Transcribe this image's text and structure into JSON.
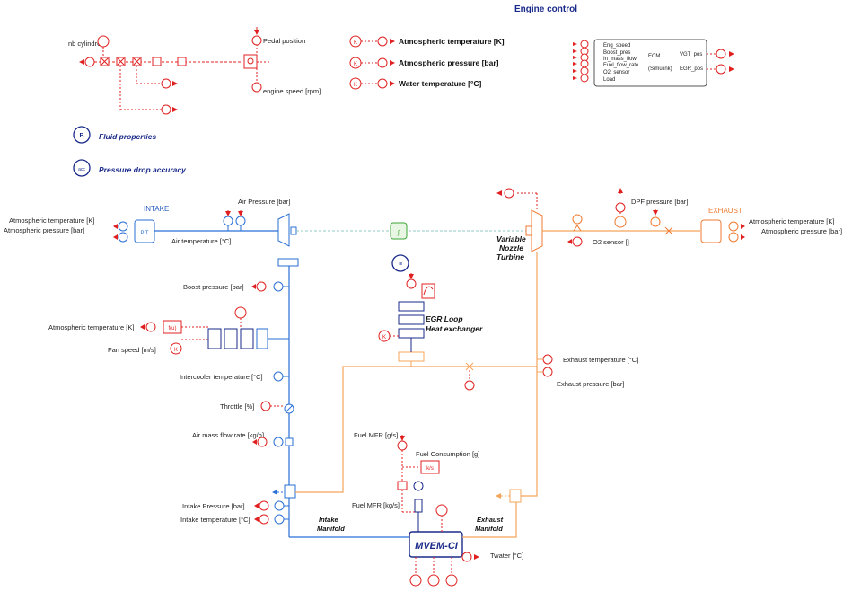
{
  "title": "Engine control",
  "top_labels": {
    "nb_cylindre": "nb cylindre",
    "pedal_position": "Pedal position",
    "engine_speed": "engine speed [rpm]",
    "atm_temp_k": "Atmospheric temperature [K]",
    "atm_pressure_bar": "Atmospheric pressure [bar]",
    "water_temp": "Water temperature [°C]"
  },
  "ecm": {
    "inputs": [
      "Eng_speed",
      "Boost_pres",
      "In_mass_flow",
      "Fuel_flow_rate",
      "O2_sensor",
      "Load"
    ],
    "outputs": [
      "VGT_pos",
      "EGR_pos"
    ],
    "name": "ECM",
    "sub": "(Simulink)"
  },
  "fluid_properties": "Fluid properties",
  "pressure_drop": "Pressure drop accuracy",
  "intake": {
    "title": "INTAKE",
    "atm_temp": "Atmospheric temperature [K]",
    "atm_pressure": "Atmospheric pressure [bar]",
    "air_pressure": "Air Pressure [bar]",
    "air_temp": "Air temperature [°C]",
    "boost_pressure": "Boost pressure [bar]",
    "ic_atm_temp": "Atmospheric temperature [K]",
    "fan_speed": "Fan speed [m/s]",
    "intercooler_temp": "Intercooler temperature [°C]",
    "throttle": "Throttle [%]",
    "air_mass_flow": "Air mass flow rate [kg/h]",
    "intake_pressure": "Intake Pressure [bar]",
    "intake_temp": "Intake temperature [°C]",
    "intake_manifold": [
      "Intake",
      "Manifold"
    ]
  },
  "exhaust": {
    "title": "EXHAUST",
    "atm_temp": "Atmospheric temperature [K]",
    "atm_pressure": "Atmospheric pressure [bar]",
    "dpf_pressure": "DPF pressure [bar]",
    "o2_sensor": "O2 sensor []",
    "vnt": [
      "Variable",
      "Nozzle",
      "Turbine"
    ],
    "exhaust_temp": "Exhaust temperature [°C]",
    "exhaust_pressure": "Exhaust pressure [bar]",
    "exhaust_manifold": [
      "Exhaust",
      "Manifold"
    ]
  },
  "egr": [
    "EGR Loop",
    "Heat exchanger"
  ],
  "fuel": {
    "fuel_mfr_gs": "Fuel MFR [g/s]",
    "fuel_consumption": "Fuel Consumption [g]",
    "fuel_mfr_kgs": "Fuel MFR [kg/s]"
  },
  "engine": {
    "name": "MVEM-CI",
    "twater": "Twater [°C]"
  },
  "colors": {
    "red": "#e02020",
    "blue": "#2a6fd6",
    "orange": "#f5a45a",
    "navy": "#1a2a8a",
    "green": "#3aa635"
  }
}
